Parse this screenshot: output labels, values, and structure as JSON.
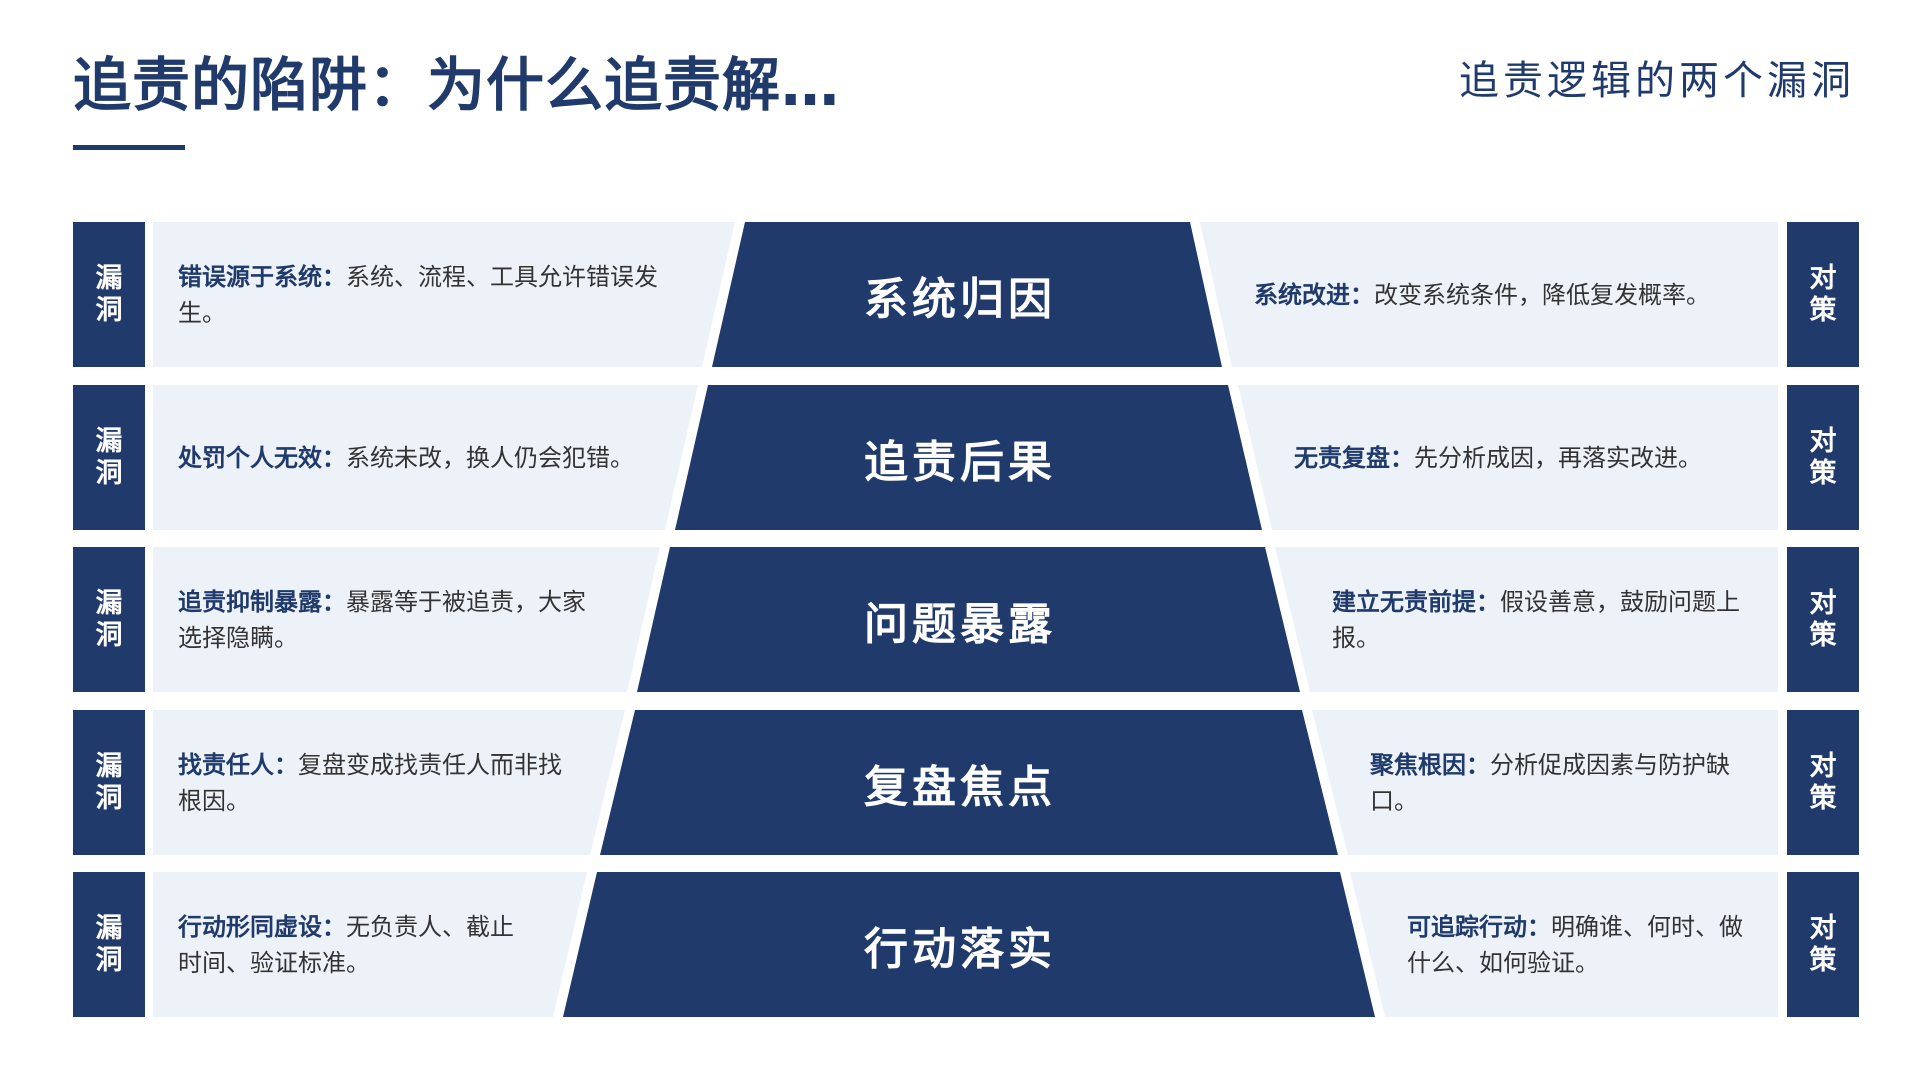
{
  "header": {
    "title": "追责的陷阱：为什么追责解…",
    "subtitle": "追责逻辑的两个漏洞"
  },
  "rows": [
    {
      "left_tag": [
        "漏",
        "洞"
      ],
      "trap_key": "错误源于系统：",
      "trap_text": "系统、流程、工具允许错误发生。",
      "center_label": "系统归因",
      "fix_key": "系统改进：",
      "fix_text": "改变系统条件，降低复发概率。",
      "right_tag": [
        "对",
        "策"
      ]
    },
    {
      "left_tag": [
        "漏",
        "洞"
      ],
      "trap_key": "处罚个人无效：",
      "trap_text": "系统未改，换人仍会犯错。",
      "center_label": "追责后果",
      "fix_key": "无责复盘：",
      "fix_text": "先分析成因，再落实改进。",
      "right_tag": [
        "对",
        "策"
      ]
    },
    {
      "left_tag": [
        "漏",
        "洞"
      ],
      "trap_key": "追责抑制暴露：",
      "trap_text": "暴露等于被追责，大家选择隐瞒。",
      "center_label": "问题暴露",
      "fix_key": "建立无责前提：",
      "fix_text": "假设善意，鼓励问题上报。",
      "right_tag": [
        "对",
        "策"
      ]
    },
    {
      "left_tag": [
        "漏",
        "洞"
      ],
      "trap_key": "找责任人：",
      "trap_text": "复盘变成找责任人而非找根因。",
      "center_label": "复盘焦点",
      "fix_key": "聚焦根因：",
      "fix_text": "分析促成因素与防护缺口。",
      "right_tag": [
        "对",
        "策"
      ]
    },
    {
      "left_tag": [
        "漏",
        "洞"
      ],
      "trap_key": "行动形同虚设：",
      "trap_text": "无负责人、截止时间、验证标准。",
      "center_label": "行动落实",
      "fix_key": "可追踪行动：",
      "fix_text": "明确谁、何时、做什么、如何验证。",
      "right_tag": [
        "对",
        "策"
      ]
    }
  ],
  "colors": {
    "primary": "#1f3a6b",
    "panel": "#edf2f9",
    "body_text": "#333333"
  }
}
